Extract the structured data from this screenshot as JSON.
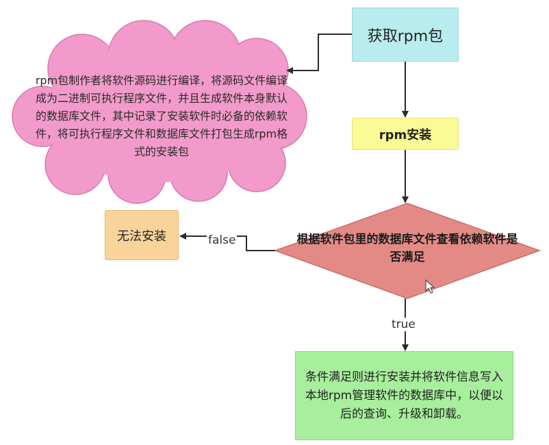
{
  "nodes": {
    "get_package": "获取rpm包",
    "build_note": "rpm包制作者将软件源码进行编译，将源码文件编译成为二进制可执行程序文件，并且生成软件本身默认的数据库文件，其中记录了安装软件时必备的依赖软件，将可执行程序文件和数据库文件打包生成rpm格式的安装包",
    "rpm_install": "rpm安装",
    "check_dependencies": "根据软件包里的数据库文件查看依赖软件是否满足",
    "cannot_install": "无法安装",
    "install_and_record": "条件满足则进行安装并将软件信息写入本地rpm管理软件的数据库中，以便以后的查询、升级和卸载。"
  },
  "edges": {
    "false_label": "false",
    "true_label": "true"
  },
  "colors": {
    "get_package": "#b8ecee",
    "rpm_install": "#fafa96",
    "cloud": "#f29acb",
    "diamond": "#e48a86",
    "cannot_install": "#f9d49a",
    "install_and_record": "#a7ef9c",
    "arrow": "#2a2a2a"
  }
}
